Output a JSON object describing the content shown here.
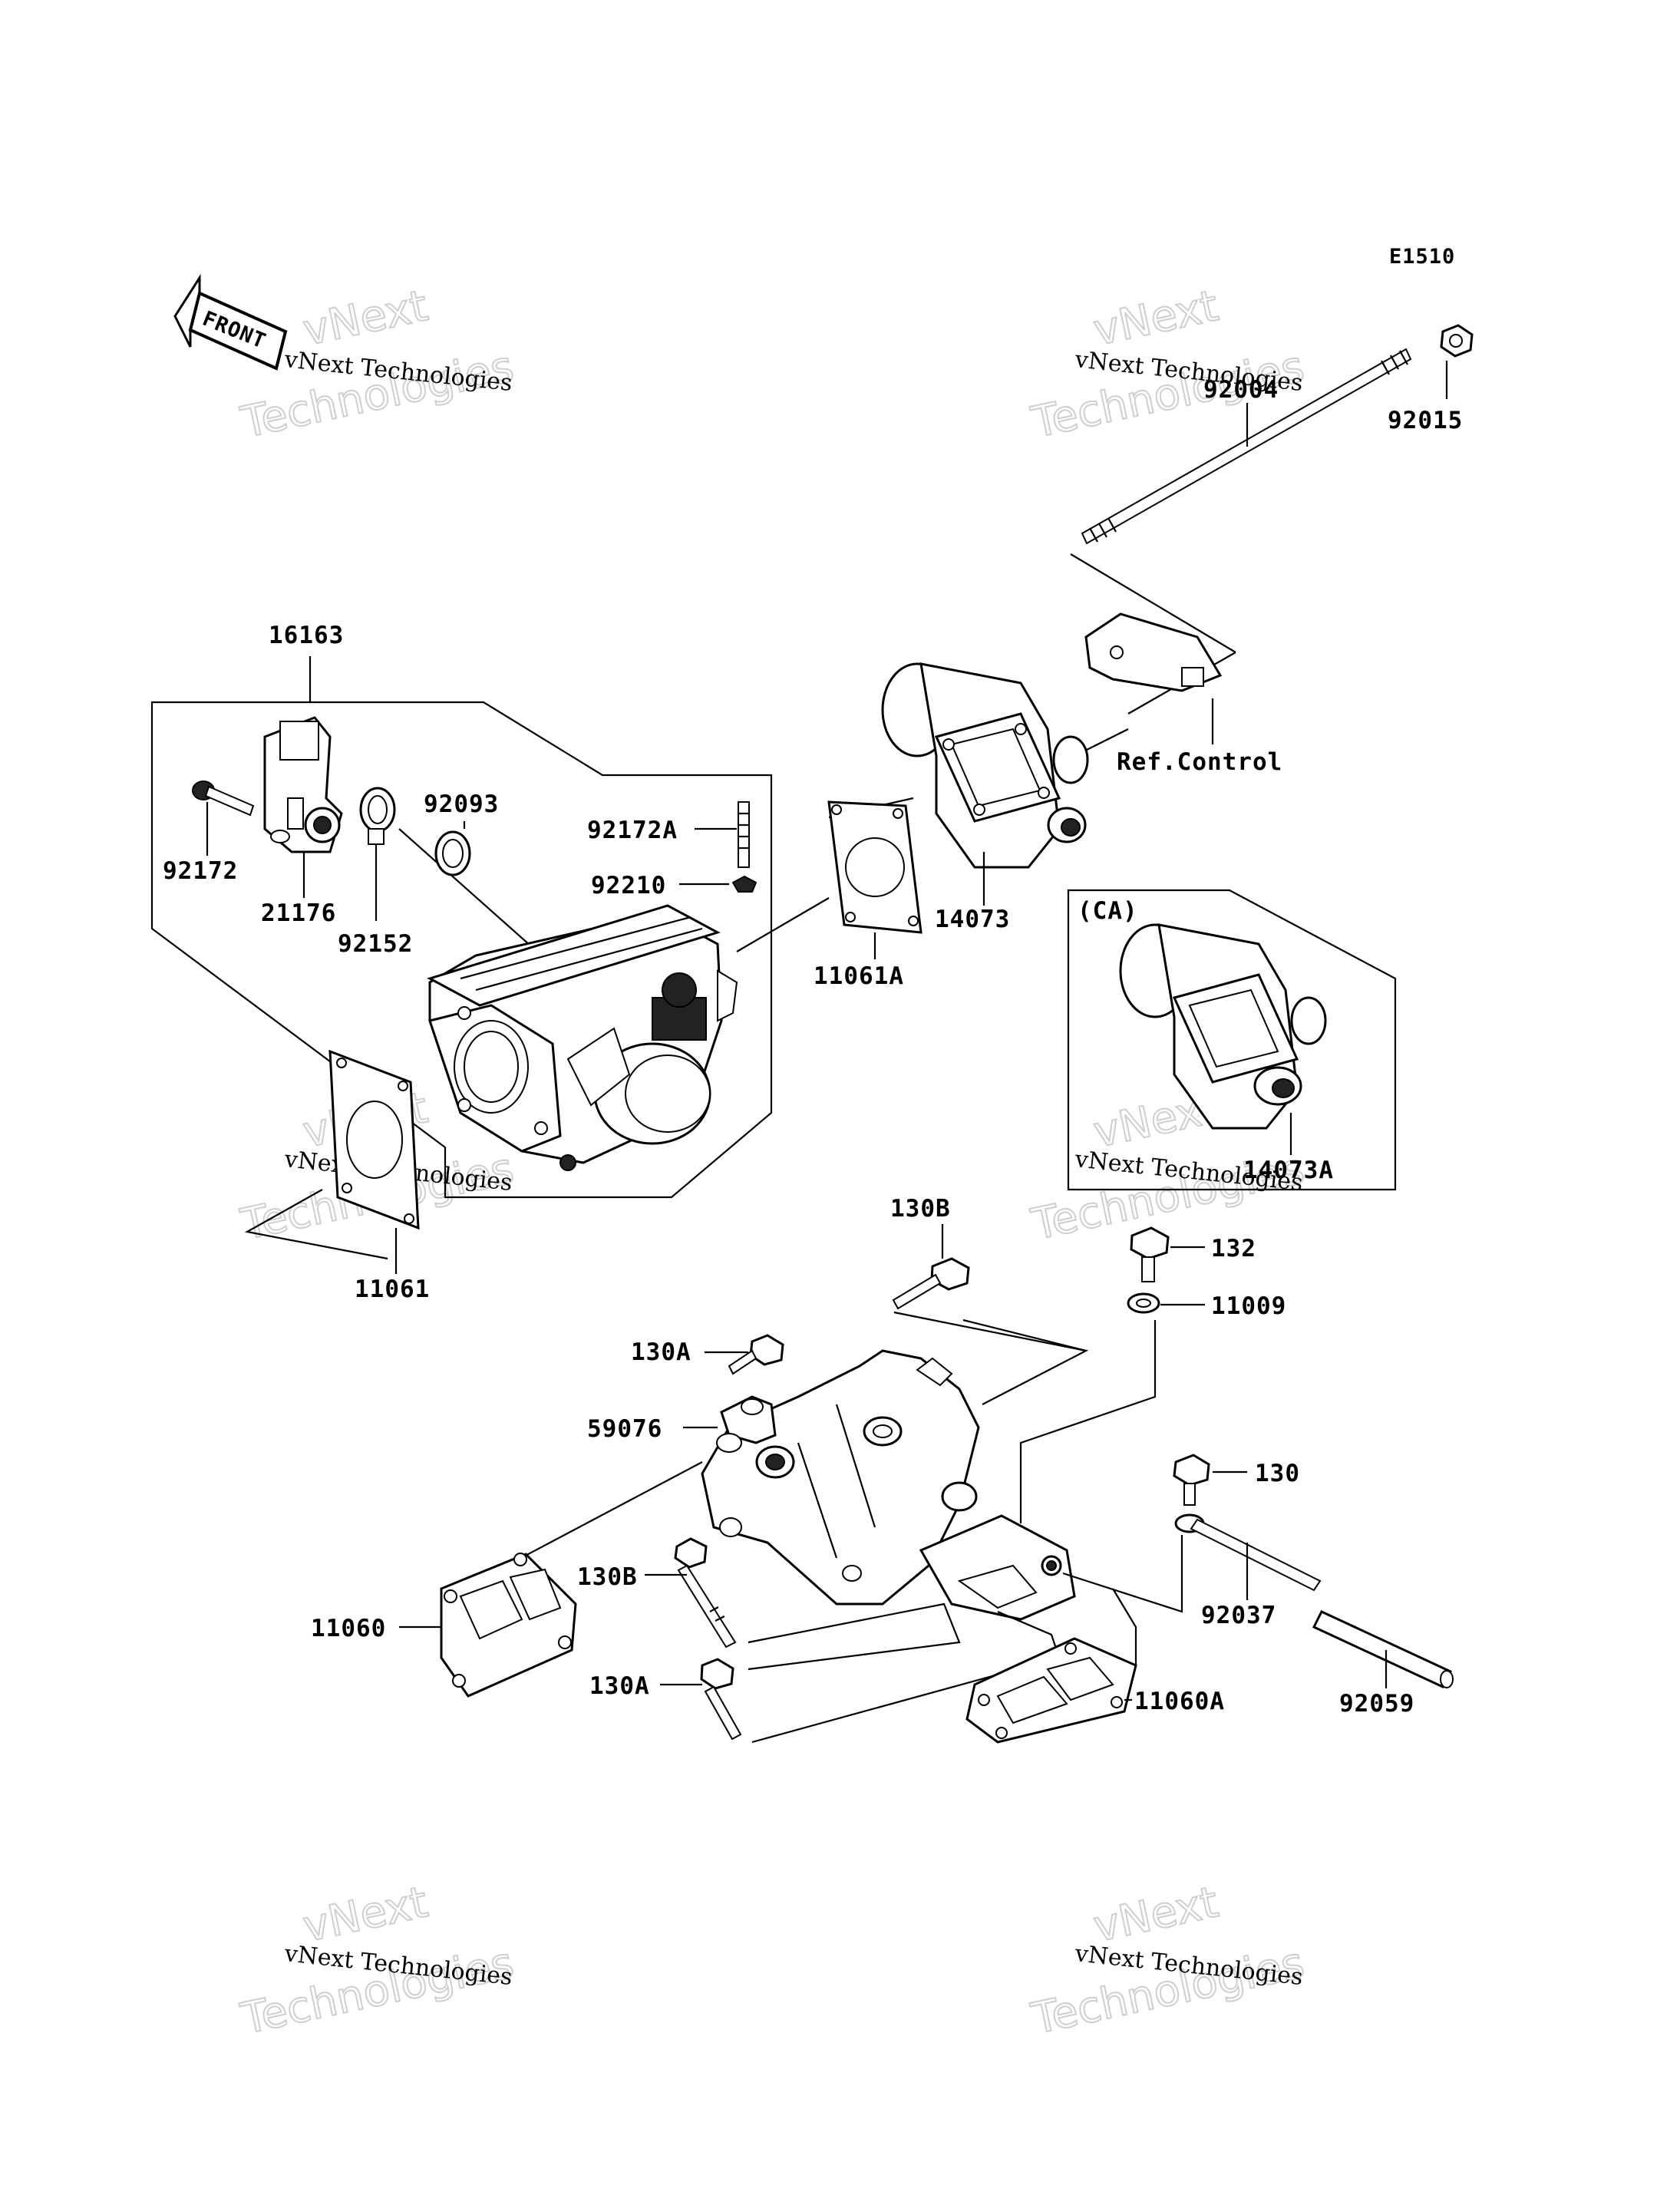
{
  "diagram_code": "E1510",
  "front_label": "FRONT",
  "watermark": {
    "line1": "vNext Technologies",
    "big_a": "vNext",
    "big_b": "Technologies"
  },
  "callouts": {
    "p92004": "92004",
    "p92015": "92015",
    "p16163": "16163",
    "p92172": "92172",
    "p21176": "21176",
    "p92152": "92152",
    "p92093": "92093",
    "p92172A": "92172A",
    "p92210": "92210",
    "p11061A": "11061A",
    "p14073": "14073",
    "ref_control": "Ref.Control",
    "ca": "(CA)",
    "p14073A": "14073A",
    "p11061": "11061",
    "p130B_top": "130B",
    "p132": "132",
    "p11009": "11009",
    "p130A_top": "130A",
    "p59076": "59076",
    "p130": "130",
    "p11060": "11060",
    "p130B_bot": "130B",
    "p92037": "92037",
    "p130A_bot": "130A",
    "p11060A": "11060A",
    "p92059": "92059"
  }
}
